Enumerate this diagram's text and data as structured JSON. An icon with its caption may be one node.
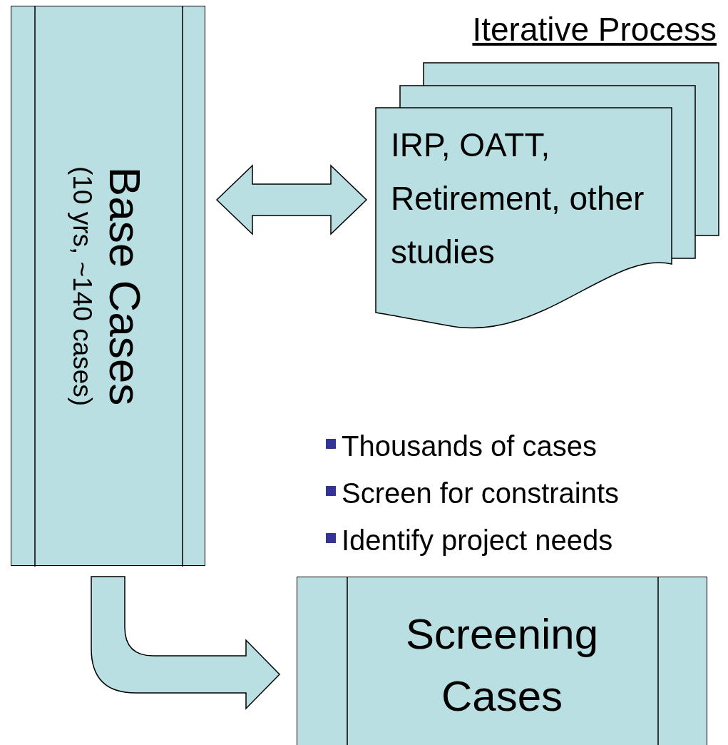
{
  "diagram": {
    "title": "Iterative Process",
    "nodes": [
      {
        "text": [
          "Base Cases",
          "(10 yrs, ~140 cases)"
        ]
      },
      {
        "text": [
          "IRP, OATT, Retirement, other studies"
        ]
      },
      {
        "text": [
          "Screening Cases"
        ]
      }
    ],
    "edges": [
      {
        "from": 0,
        "to": 1,
        "arrow": "both"
      },
      {
        "from": 0,
        "to": 2,
        "arrow": "to"
      }
    ],
    "labels": [
      "Thousands of cases",
      "Screen for constraints",
      "Identify project needs"
    ]
  }
}
